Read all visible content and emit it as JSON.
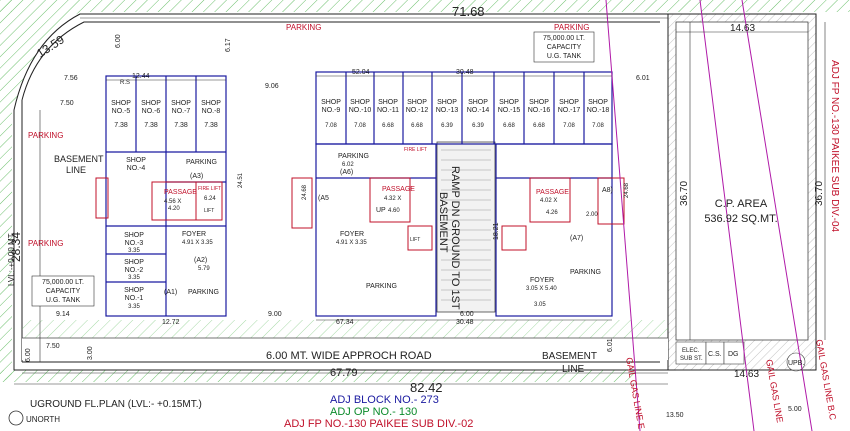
{
  "dimensions": {
    "top_total": "71.68",
    "bottom_total": "82.42",
    "road_length": "67.79",
    "left_edge": "28.34",
    "diagonal": "13.59",
    "cp_top": "14.63",
    "cp_bottom": "14.63",
    "cp_side_left": "36.70",
    "cp_side_right": "36.70",
    "left_block_top": "12.44",
    "right_block_top": "52.04",
    "center_top": "30.48",
    "center_bottom": "30.48",
    "center_gap": "9.06",
    "left_offset": "7.56",
    "left_offset2": "7.50",
    "bottom_offset": "7.50",
    "bottom_left": "9.14",
    "bottom_mid": "9.00",
    "bottom_right": "6.00",
    "gas_offset": "13.50",
    "gas_offset2": "5.00",
    "road_width": "6.00",
    "block_gap": "6.17",
    "side_right": "6.01",
    "inner_12_72": "12.72",
    "inner_67_34": "67.34",
    "ramp_len": "18.21",
    "misc_600": "6.00",
    "misc_300": "3.00",
    "misc_601": "6.01"
  },
  "labels": {
    "parking_top": "PARKING",
    "parking_top_right": "PARKING",
    "parking_left1": "PARKING",
    "parking_left2": "PARKING",
    "tank_top_line1": "75,000.00 LT.",
    "tank_top_line2": "CAPACITY",
    "tank_top_line3": "U.G. TANK",
    "tank_left_line1": "75,000.00 LT.",
    "tank_left_line2": "CAPACITY",
    "tank_left_line3": "U.G. TANK",
    "basement_line_left1": "BASEMENT",
    "basement_line_left2": "LINE",
    "basement_line_right1": "BASEMENT",
    "basement_line_right2": "LINE",
    "lvl_left": "LVL:-+0.00 MT.",
    "road": "6.00 MT. WIDE APPROCH ROAD",
    "ramp_line1": "RAMP DN GROUND TO 1ST",
    "ramp_line2": "BASEMENT",
    "cp_area_line1": "C.P. AREA",
    "cp_area_line2": "536.92 SQ.MT.",
    "adj_fp_right": "ADJ FP NO.-130 PAIKEE SUB DIV.-04",
    "gail_1": "GAIL GAS LINE E",
    "gail_2": "GAIL GAS LINE",
    "gail_3": "GAIL GAS LINE B.C",
    "elec": "ELEC.",
    "sub_st": "SUB ST.",
    "cs": "C.S.",
    "dg": "DG",
    "upb": "UPB.",
    "plan_title": "UGROUND FL.PLAN (LVL:- +0.15MT.)",
    "north": "UNORTH",
    "adj_block": "ADJ BLOCK NO.- 273",
    "adj_op": "ADJ OP NO.- 130",
    "adj_fp_bottom": "ADJ FP NO.-130 PAIKEE SUB DIV.-02"
  },
  "left_block": {
    "shops_top": [
      {
        "name": "SHOP",
        "no": "NO.-5",
        "area": "7.38"
      },
      {
        "name": "SHOP",
        "no": "NO.-6",
        "area": "7.38"
      },
      {
        "name": "SHOP",
        "no": "NO.-7",
        "area": "7.38"
      },
      {
        "name": "SHOP",
        "no": "NO.-8",
        "area": "7.38"
      }
    ],
    "shop4": {
      "name": "SHOP",
      "no": "NO.-4"
    },
    "shops_side": [
      {
        "name": "SHOP",
        "no": "NO.-3",
        "area": "3.35"
      },
      {
        "name": "SHOP",
        "no": "NO.-2",
        "area": "3.35"
      },
      {
        "name": "SHOP",
        "no": "NO.-1",
        "area": "3.35"
      }
    ],
    "parking": "PARKING",
    "parking2": "PARKING",
    "a3": "(A3)",
    "a2": "(A2)",
    "a1": "(A1)",
    "passage": "PASSAGE",
    "passage_dim": "4.56 X",
    "passage_dim2": "4.20",
    "fire_lift": "FIRE LIFT",
    "lift": "LIFT",
    "foyer": "FOYER",
    "foyer_dim": "4.91 X 3.35",
    "rs_label": "R.S",
    "dim_624": "6.24",
    "dim_451": "24.51",
    "dim_579": "5.79"
  },
  "right_block": {
    "shops": [
      {
        "name": "SHOP",
        "no": "NO.-9",
        "area": "7.08"
      },
      {
        "name": "SHOP",
        "no": "NO.-10",
        "area": "7.08"
      },
      {
        "name": "SHOP",
        "no": "NO.-11",
        "area": "6.68"
      },
      {
        "name": "SHOP",
        "no": "NO.-12",
        "area": "6.68"
      },
      {
        "name": "SHOP",
        "no": "NO.-13",
        "area": "6.39"
      },
      {
        "name": "SHOP",
        "no": "NO.-14",
        "area": "6.39"
      },
      {
        "name": "SHOP",
        "no": "NO.-15",
        "area": "6.68"
      },
      {
        "name": "SHOP",
        "no": "NO.-16",
        "area": "6.68"
      },
      {
        "name": "SHOP",
        "no": "NO.-17",
        "area": "7.08"
      },
      {
        "name": "SHOP",
        "no": "NO.-18",
        "area": "7.08"
      }
    ],
    "parking_a": "PARKING",
    "parking_b": "PARKING",
    "parking_c": "PARKING",
    "a6": "(A6)",
    "a5": "(A5",
    "a8": "A8)",
    "a7": "(A7)",
    "passage": "PASSAGE",
    "passage_dim": "4.32 X",
    "passage_dim2": "4.60",
    "passage_r": "PASSAGE",
    "passage_r_dim": "4.02 X",
    "passage_r_dim2": "4.26",
    "fire_lift": "FIRE LIFT",
    "lift": "LIFT",
    "foyer": "FOYER",
    "foyer_dim": "4.91 X 3.35",
    "foyer_r": "FOYER",
    "foyer_r_dim": "3.05 X 5.40",
    "up": "UP",
    "dim_602": "6.02",
    "dim_2468a": "24.68",
    "dim_2468b": "24.68",
    "dim_305": "3.05",
    "dim_200": "2.00"
  }
}
